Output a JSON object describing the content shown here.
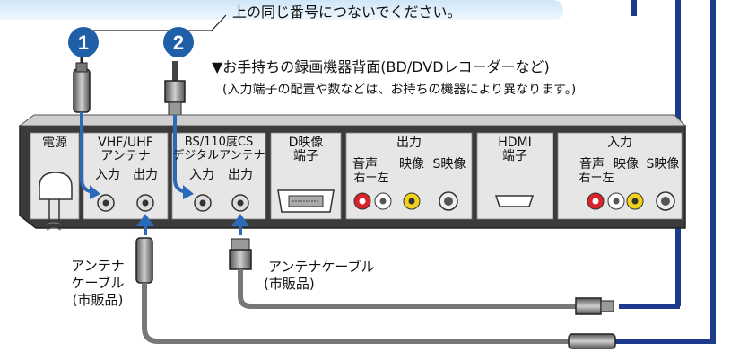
{
  "header_note": "上の同じ番号につないでください。",
  "markers": [
    "1",
    "2"
  ],
  "device_title": "▼お手持ちの録画機器背面(BD/DVDレコーダーなど)",
  "device_subtitle": "(入力端子の配置や数などは、お持ちの機器により異なります。)",
  "sections": {
    "power": "電源",
    "vhf_uhf": [
      "VHF/UHF",
      "アンテナ"
    ],
    "vhf_ports": [
      "入力",
      "出力"
    ],
    "bs_cs": [
      "BS/110度CS",
      "デジタルアンテナ"
    ],
    "bs_ports": [
      "入力",
      "出力"
    ],
    "d_video": [
      "D映像",
      "端子"
    ],
    "output": "出力",
    "output_labels": [
      "音声",
      "映像",
      "S映像"
    ],
    "output_lr": "右ー左",
    "hdmi": [
      "HDMI",
      "端子"
    ],
    "input": "入力",
    "input_labels": [
      "音声",
      "映像",
      "S映像"
    ],
    "input_lr": "右ー左"
  },
  "cable_labels": {
    "antenna": [
      "アンテナ",
      "ケーブル",
      "(市販品)"
    ],
    "antenna_cable": [
      "アンテナケーブル",
      "(市販品)"
    ]
  },
  "colors": {
    "accent_blue": "#2a6ab8",
    "panel_dark": "#3b3b3b",
    "panel_light": "#e6e6e6",
    "jack_red": "#d8232a",
    "jack_yellow": "#f2d11a",
    "marker": "#1f5fa8",
    "frame_navy": "#1d3b8c"
  },
  "icons": [
    "power-plug-icon",
    "f-connector-icon",
    "rca-jack-icon",
    "s-video-jack-icon",
    "d-terminal-icon",
    "hdmi-port-icon",
    "arrow-up-icon",
    "arrow-down-icon"
  ]
}
